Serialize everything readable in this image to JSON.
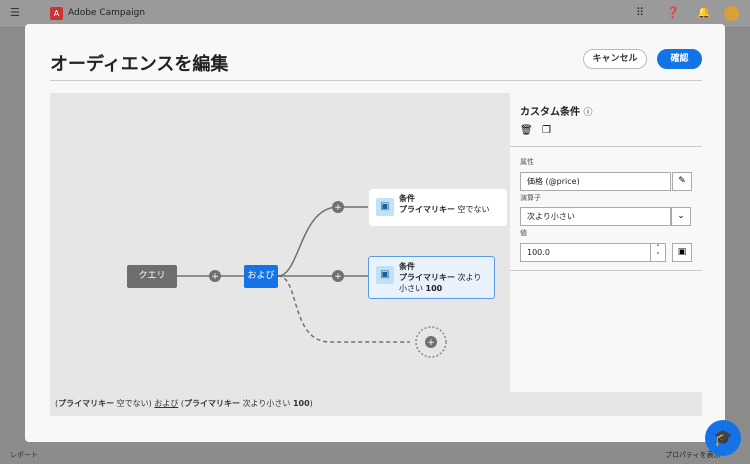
{
  "app": {
    "title": "Adobe Campaign",
    "logo": "A"
  },
  "modal": {
    "title": "オーディエンスを編集",
    "cancel": "キャンセル",
    "confirm": "確認"
  },
  "flow": {
    "query": "クエリ",
    "and": "および",
    "conditions": [
      {
        "title": "条件",
        "key": "プライマリキー",
        "op": "空でない",
        "value": ""
      },
      {
        "title": "条件",
        "key": "プライマリキー",
        "op": "次より小さい",
        "value": "100"
      }
    ]
  },
  "panel": {
    "title": "カスタム条件",
    "attribute_label": "属性",
    "attribute_value": "価格 (@price)",
    "operator_label": "演算子",
    "operator_value": "次より小さい",
    "value_label": "値",
    "value_value": "100.0"
  },
  "summary": {
    "open1": "(",
    "key1": "プライマリキー",
    "op1": "空でない",
    "close1": ")",
    "and": "および",
    "open2": "(",
    "key2": "プライマリキー",
    "op2": "次より小さい",
    "val2": "100",
    "close2": ")"
  },
  "footer": {
    "reports": "レポート",
    "show_props": "プロパティを表示"
  }
}
